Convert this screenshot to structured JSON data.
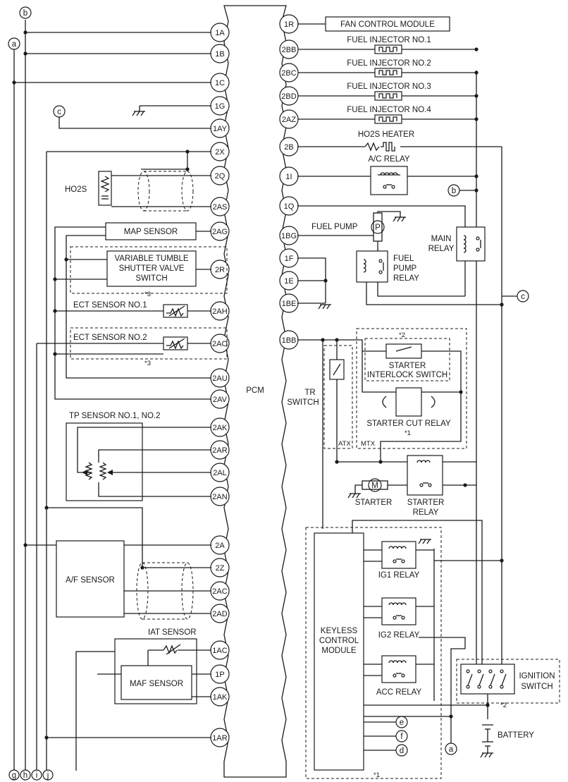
{
  "pcm": {
    "label": "PCM"
  },
  "pins_left": [
    {
      "id": "1A"
    },
    {
      "id": "1B"
    },
    {
      "id": "1C"
    },
    {
      "id": "1G"
    },
    {
      "id": "1AY"
    },
    {
      "id": "2X"
    },
    {
      "id": "2Q"
    },
    {
      "id": "2AS"
    },
    {
      "id": "2AG"
    },
    {
      "id": "2R"
    },
    {
      "id": "2AH"
    },
    {
      "id": "2AO"
    },
    {
      "id": "2AU"
    },
    {
      "id": "2AV"
    },
    {
      "id": "2AK"
    },
    {
      "id": "2AR"
    },
    {
      "id": "2AL"
    },
    {
      "id": "2AN"
    },
    {
      "id": "2A"
    },
    {
      "id": "2Z"
    },
    {
      "id": "2AC"
    },
    {
      "id": "2AD"
    },
    {
      "id": "1AC"
    },
    {
      "id": "1P"
    },
    {
      "id": "1AK"
    },
    {
      "id": "1AR"
    }
  ],
  "pins_right": [
    {
      "id": "1R"
    },
    {
      "id": "2BB"
    },
    {
      "id": "2BC"
    },
    {
      "id": "2BD"
    },
    {
      "id": "2AZ"
    },
    {
      "id": "2B"
    },
    {
      "id": "1I"
    },
    {
      "id": "1Q"
    },
    {
      "id": "1BG"
    },
    {
      "id": "1F"
    },
    {
      "id": "1E"
    },
    {
      "id": "1BE"
    },
    {
      "id": "1BB"
    }
  ],
  "components": {
    "fan_control_module": "FAN CONTROL MODULE",
    "fuel_injector_1": "FUEL INJECTOR NO.1",
    "fuel_injector_2": "FUEL INJECTOR NO.2",
    "fuel_injector_3": "FUEL INJECTOR NO.3",
    "fuel_injector_4": "FUEL INJECTOR NO.4",
    "ho2s_heater": "HO2S HEATER",
    "ac_relay": "A/C RELAY",
    "fuel_pump": "FUEL PUMP",
    "fuel_pump_relay": [
      "FUEL",
      "PUMP",
      "RELAY"
    ],
    "main_relay": [
      "MAIN",
      "RELAY"
    ],
    "ho2s": "HO2S",
    "map_sensor": "MAP SENSOR",
    "vts_valve_switch": [
      "VARIABLE TUMBLE",
      "SHUTTER VALVE",
      "SWITCH"
    ],
    "ect_sensor_1": "ECT SENSOR NO.1",
    "ect_sensor_2": "ECT SENSOR NO.2",
    "tp_sensor": "TP SENSOR NO.1, NO.2",
    "af_sensor": "A/F SENSOR",
    "iat_sensor": "IAT SENSOR",
    "maf_sensor": "MAF SENSOR",
    "starter_interlock_switch": [
      "STARTER",
      "INTERLOCK SWITCH"
    ],
    "starter_cut_relay": "STARTER CUT RELAY",
    "tr_switch": [
      "TR",
      "SWITCH"
    ],
    "atx": "ATX",
    "mtx": "MTX",
    "starter": "STARTER",
    "starter_relay": [
      "STARTER",
      "RELAY"
    ],
    "keyless_control_module": [
      "KEYLESS",
      "CONTROL",
      "MODULE"
    ],
    "ig1_relay": "IG1 RELAY",
    "ig2_relay": "IG2 RELAY",
    "acc_relay": "ACC RELAY",
    "ignition_switch": [
      "IGNITION",
      "SWITCH"
    ],
    "battery": "BATTERY"
  },
  "notes": {
    "n1": "*1",
    "n2": "*2",
    "n3": "*3"
  },
  "connectors": {
    "a": "a",
    "b": "b",
    "c": "c",
    "d": "d",
    "e": "e",
    "f": "f",
    "g": "g",
    "h": "h",
    "i": "i",
    "j": "j"
  },
  "icons": {
    "ground": "ground-icon",
    "coil": "relay-coil-icon",
    "resistor": "resistor-icon",
    "thermistor": "thermistor-icon",
    "motor": "motor-icon"
  },
  "colors": {
    "line": "#1a1a1a",
    "background": "#ffffff"
  }
}
